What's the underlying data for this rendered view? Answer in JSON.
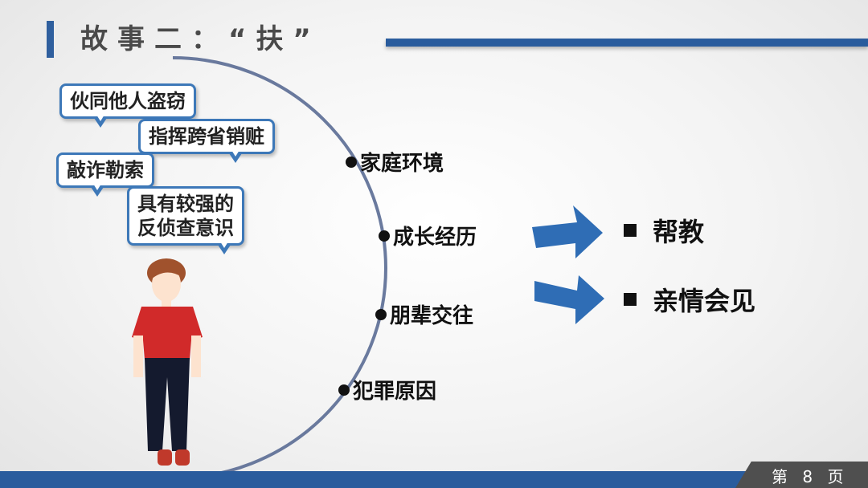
{
  "title": "故事二：“扶”",
  "bubbles": [
    "伙同他人盗窃",
    "指挥跨省销赃",
    "敲诈勒索",
    "具有较强的",
    "反侦查意识"
  ],
  "points": [
    "家庭环境",
    "成长经历",
    "朋辈交往",
    "犯罪原因"
  ],
  "results": [
    "帮教",
    "亲情会见"
  ],
  "footer": {
    "page_prefix": "第",
    "page_number": "8",
    "page_suffix": "页"
  },
  "colors": {
    "accent": "#2a5c9d",
    "bubble_border": "#3d78b8",
    "arrow": "#2f6db5",
    "shirt": "#d12a2a"
  }
}
